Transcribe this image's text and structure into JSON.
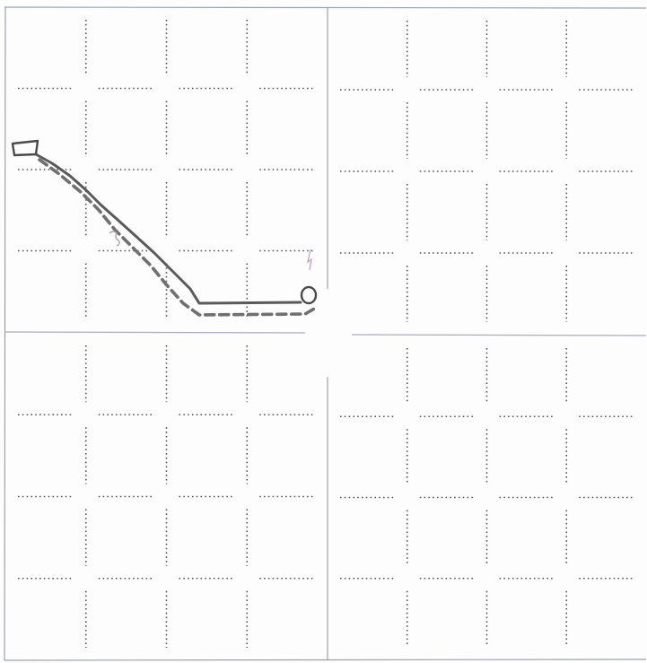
{
  "sheet": {
    "quadrant_count": 4,
    "cells_per_quadrant_side": 4
  },
  "drawing": {
    "start_marker": "rectangle",
    "end_marker": "circle",
    "path_styles": [
      "solid",
      "dashed"
    ]
  },
  "colors": {
    "paper": "#fdfdfd",
    "quadrant_line": "#8a8f9a",
    "dotted_grid": "#555555",
    "pencil": "#555555",
    "pencil_dashed": "#7a7a7a",
    "faint_mark": "#b58aa0"
  },
  "labels": []
}
